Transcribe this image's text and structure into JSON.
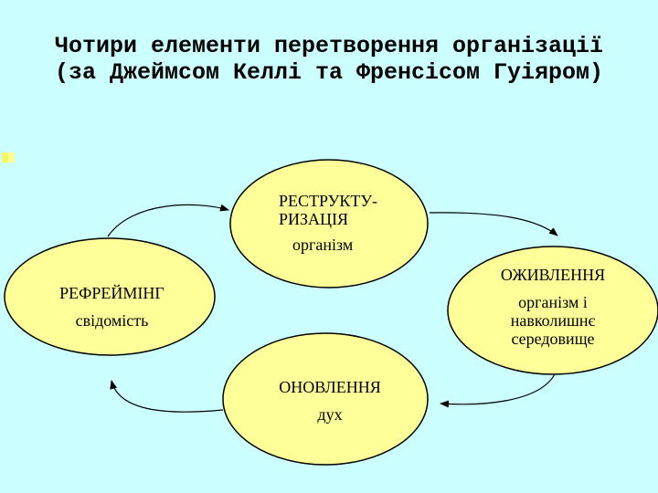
{
  "title": {
    "line1": "Чотири елементи перетворення організації",
    "line2": "(за Джеймсом Келлі та Френсісом Гуіяром)"
  },
  "elements": {
    "restructuring": {
      "name_line1": "РЕСТРУКТУ-",
      "name_line2": "РИЗАЦІЯ",
      "sub": "організм"
    },
    "revitalization": {
      "name": "ОЖИВЛЕННЯ",
      "sub_line1": "організм і",
      "sub_line2": "навколишнє",
      "sub_line3": "середовище"
    },
    "renewal": {
      "name": "ОНОВЛЕННЯ",
      "sub": "дух"
    },
    "reframing": {
      "name": "РЕФРЕЙМІНГ",
      "sub": "свідомість"
    }
  },
  "colors": {
    "background": "#ccffff",
    "ellipse_fill": "#ffff99",
    "ellipse_stroke": "#000000"
  }
}
